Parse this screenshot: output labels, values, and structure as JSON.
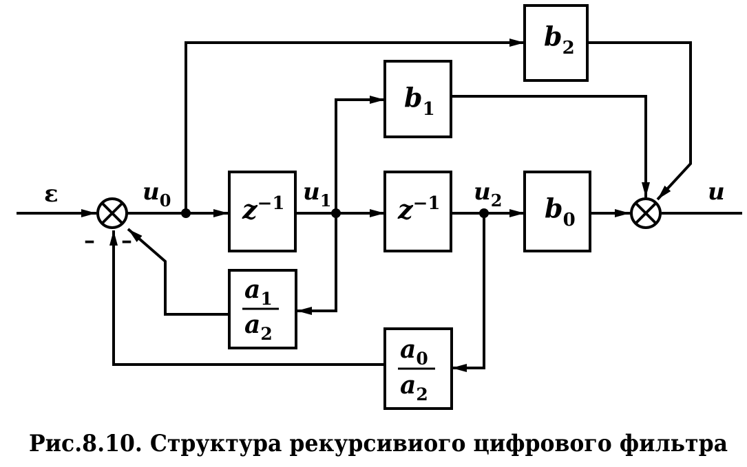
{
  "diagram": {
    "blocks": {
      "b2": {
        "main": "b",
        "sub": "2"
      },
      "b1": {
        "main": "b",
        "sub": "1"
      },
      "b0": {
        "main": "b",
        "sub": "0"
      },
      "delay1": {
        "main": "z",
        "sup": "−1"
      },
      "delay2": {
        "main": "z",
        "sup": "−1"
      },
      "a1_over_a2": {
        "num_main": "a",
        "num_sub": "1",
        "den_main": "a",
        "den_sub": "2"
      },
      "a0_over_a2": {
        "num_main": "a",
        "num_sub": "0",
        "den_main": "a",
        "den_sub": "2"
      }
    },
    "signals": {
      "input": "ε",
      "u0": {
        "main": "u",
        "sub": "0"
      },
      "u1": {
        "main": "u",
        "sub": "1"
      },
      "u2": {
        "main": "u",
        "sub": "2"
      },
      "output": "u"
    },
    "summer_signs": {
      "minus_left": "–",
      "minus_right": "–"
    }
  },
  "caption": "Рис.8.10. Структура рекурсивиого цифрового фильтра"
}
